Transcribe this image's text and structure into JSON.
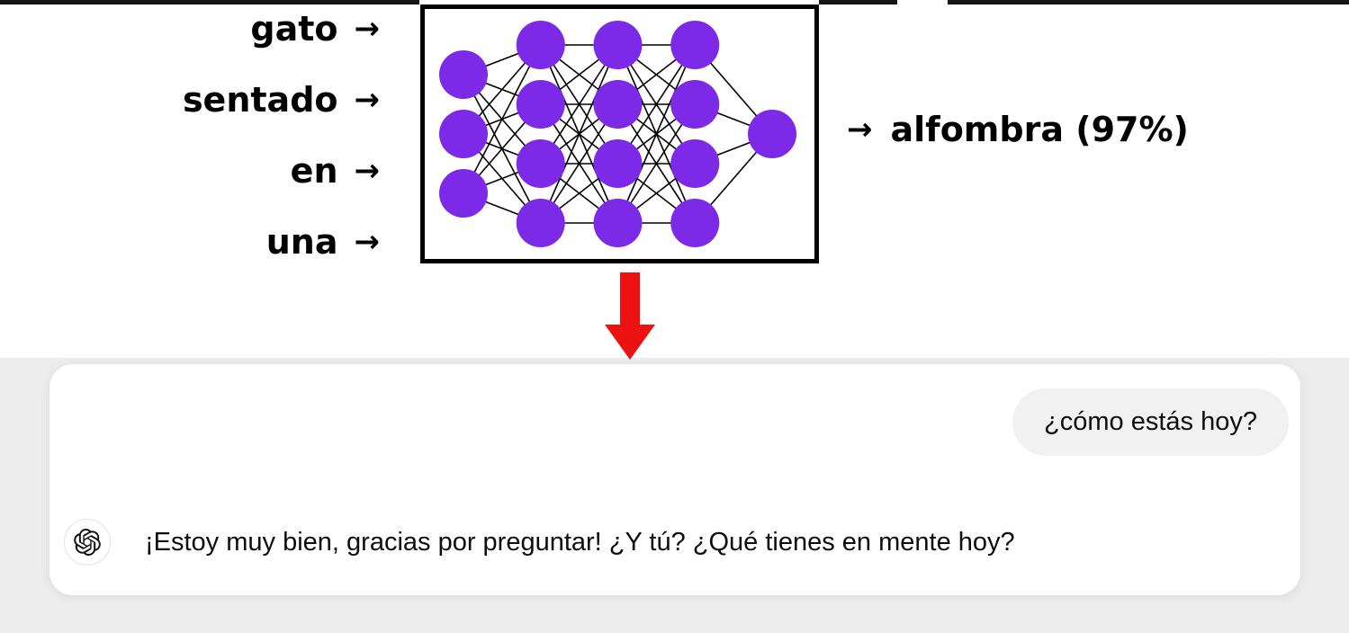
{
  "diagram": {
    "inputs": [
      {
        "word": "gato",
        "arrow": "→"
      },
      {
        "word": "sentado",
        "arrow": "→"
      },
      {
        "word": "en",
        "arrow": "→"
      },
      {
        "word": "una",
        "arrow": "→"
      }
    ],
    "output": {
      "arrow": "→",
      "label": "alfombra (97%)"
    },
    "network": {
      "layers": [
        3,
        4,
        4,
        4,
        1
      ],
      "neuron_color": "#7d2ae8",
      "line_color": "#000000",
      "box_border_color": "#000000"
    },
    "down_arrow_color": "#ee1111"
  },
  "chat": {
    "user_message": "¿cómo estás hoy?",
    "assistant": {
      "avatar_icon": "openai-logo",
      "message": "¡Estoy muy bien, gracias por preguntar! ¿Y tú? ¿Qué tienes en mente hoy?"
    }
  }
}
